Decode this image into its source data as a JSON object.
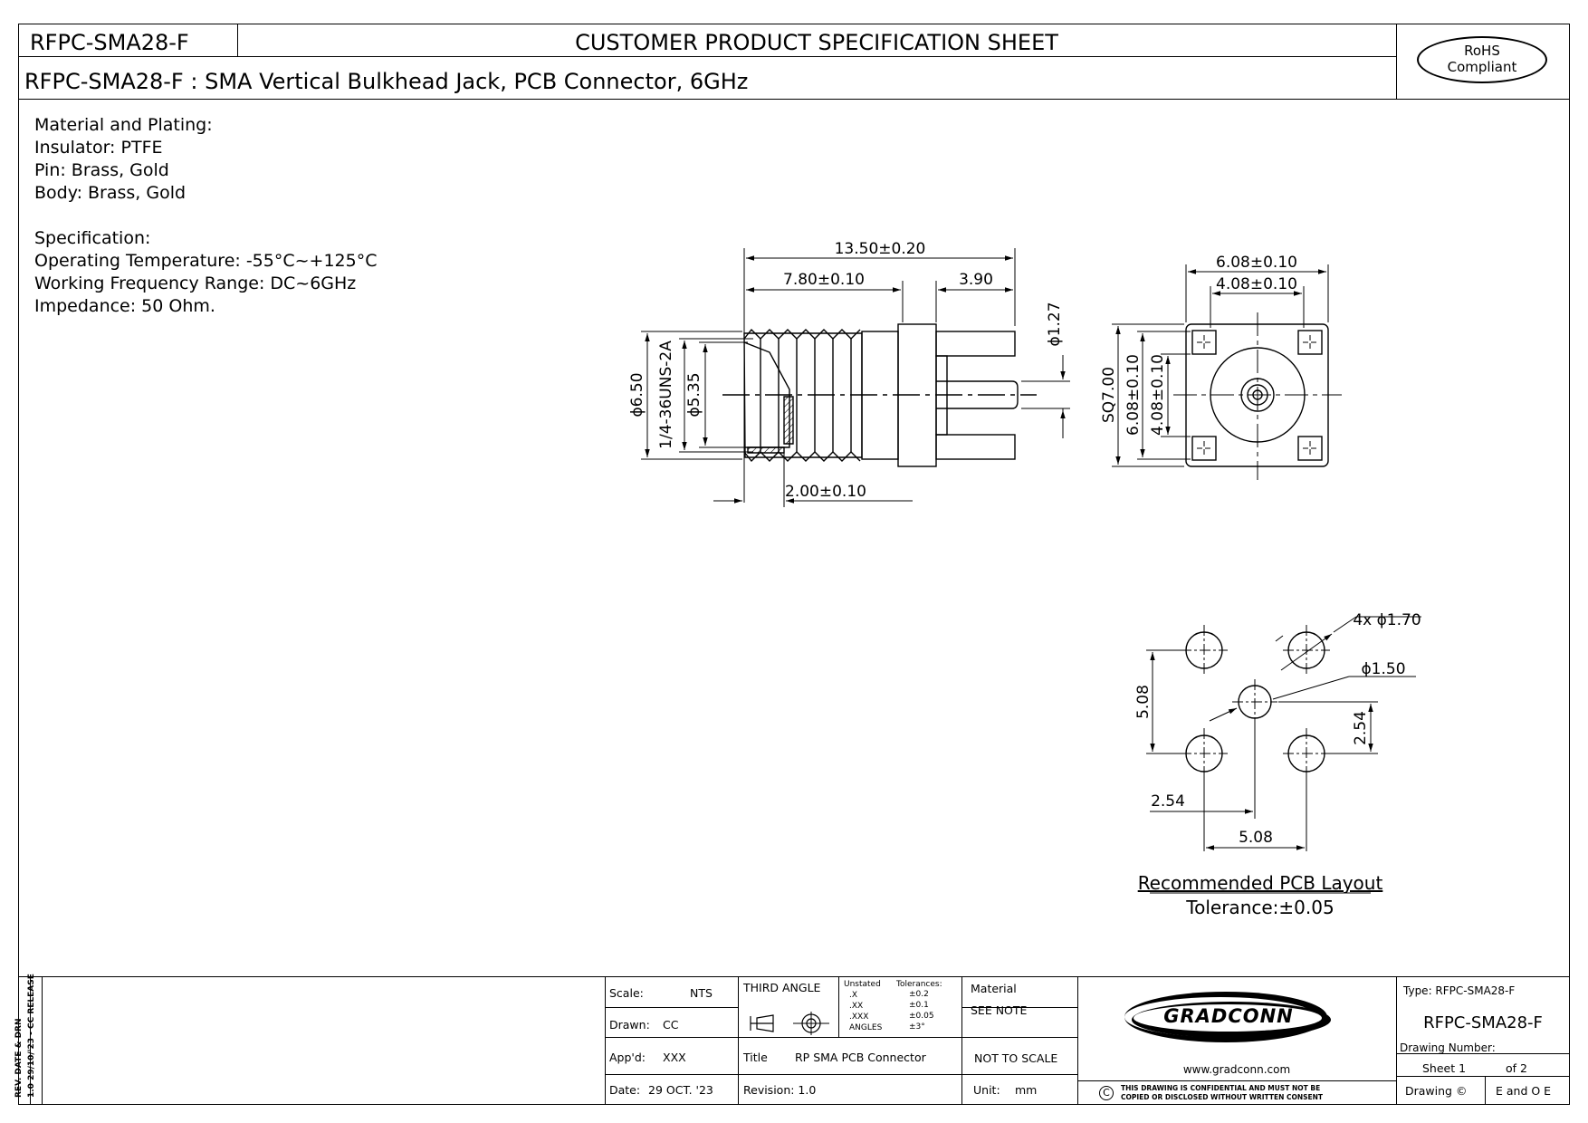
{
  "header": {
    "part_number": "RFPC-SMA28-F",
    "sheet_title": "CUSTOMER PRODUCT SPECIFICATION SHEET",
    "description": "RFPC-SMA28-F : SMA Vertical Bulkhead Jack, PCB Connector, 6GHz",
    "rohs_line1": "RoHS",
    "rohs_line2": "Compliant"
  },
  "notes": {
    "material_heading": "Material and Plating:",
    "insulator": "Insulator: PTFE",
    "pin": "Pin: Brass, Gold",
    "body": "Body: Brass, Gold",
    "spec_heading": "Specification:",
    "temperature": "Operating Temperature: -55°C~+125°C",
    "frequency": "Working Frequency Range: DC~6GHz",
    "impedance": "Impedance: 50 Ohm."
  },
  "side_view": {
    "overall_length": "13.50±0.20",
    "thread_length": "7.80±0.10",
    "pin_length": "3.90",
    "pin_dia": "ϕ1.27",
    "outer_dia": "ϕ6.50",
    "thread": "1/4-36UNS-2A",
    "inner_dia": "ϕ5.35",
    "shoulder": "2.00±0.10"
  },
  "front_view": {
    "width_outer": "6.08±0.10",
    "width_inner": "4.08±0.10",
    "square": "SQ7.00",
    "height_outer": "6.08±0.10",
    "height_inner": "4.08±0.10"
  },
  "pcb_layout": {
    "hole_ground": "4x ϕ1.70",
    "hole_center": "ϕ1.50",
    "pitch_v": "5.08",
    "half_pitch_v": "2.54",
    "half_pitch_h": "2.54",
    "pitch_h": "5.08",
    "caption": "Recommended PCB Layout",
    "tolerance": "Tolerance:±0.05"
  },
  "title_block": {
    "revision_history": "REV. DATE & DRN",
    "revision_entry": "1.0  29/10/'23 - CC  RELEASE",
    "scale_label": "Scale:",
    "scale_value": "NTS",
    "drawn_label": "Drawn:",
    "drawn_value": "CC",
    "approved_label": "App'd:",
    "approved_value": "XXX",
    "date_label": "Date:",
    "date_value": "29 OCT. '23",
    "projection": "THIRD ANGLE",
    "tol_unstated": "Unstated",
    "tol_heading": "Tolerances:",
    "tol_x": ".X",
    "tol_x_val": "±0.2",
    "tol_xx": ".XX",
    "tol_xx_val": "±0.1",
    "tol_xxx": ".XXX",
    "tol_xxx_val": "±0.05",
    "tol_angles": "ANGLES",
    "tol_angles_val": "±3°",
    "material_label": "Material",
    "material_value": "SEE NOTE",
    "title_label": "Title",
    "title_value": "RP SMA PCB Connector",
    "not_to_scale": "NOT TO SCALE",
    "revision_label": "Revision: 1.0",
    "unit_label": "Unit:",
    "unit_value": "mm",
    "logo_text": "GRADCONN",
    "website": "www.gradconn.com",
    "confidential_1": "THIS DRAWING IS CONFIDENTIAL AND MUST NOT BE",
    "confidential_2": "COPIED OR DISCLOSED WITHOUT WRITTEN CONSENT",
    "type_label": "Type: RFPC-SMA28-F",
    "drawing_part": "RFPC-SMA28-F",
    "drawing_number_label": "Drawing Number:",
    "sheet_label": "Sheet 1",
    "sheet_of": "of  2",
    "drawing_copyright": "Drawing ©",
    "drawing_owner": "E and O E"
  }
}
